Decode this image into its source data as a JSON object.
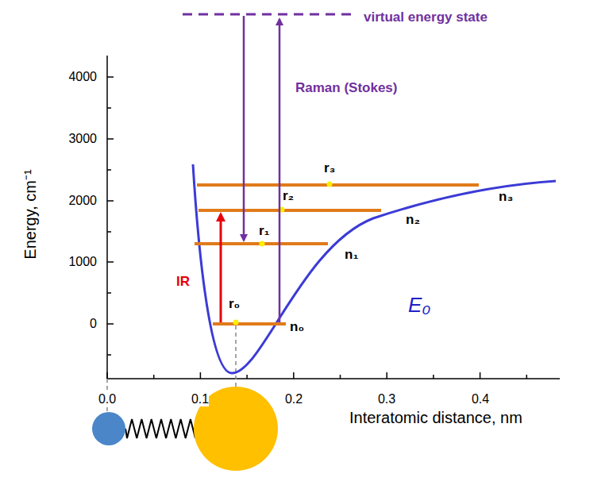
{
  "diagram": {
    "labels": [
      "virtual energy state",
      "Raman (Stokes)",
      "4000",
      "3000",
      "2000",
      "1000",
      "0",
      "Energy, cm⁻¹",
      "IR",
      "r₀",
      "r₁",
      "r₂",
      "r₃",
      "n₀",
      "n₁",
      "n₂",
      "n₃",
      "E₀",
      "0.0",
      "0.1",
      "0.2",
      "0.3",
      "0.4",
      "Interatomic distance, nm"
    ]
  }
}
